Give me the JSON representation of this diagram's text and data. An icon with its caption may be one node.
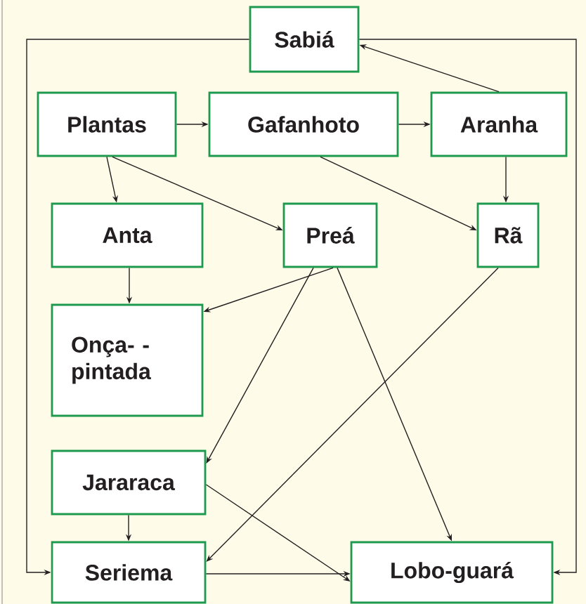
{
  "diagram": {
    "nodes": [
      {
        "text": [
          "Sabiá"
        ]
      },
      {
        "text": [
          "Plantas"
        ]
      },
      {
        "text": [
          "Gafanhoto"
        ]
      },
      {
        "text": [
          "Aranha"
        ]
      },
      {
        "text": [
          "Anta"
        ]
      },
      {
        "text": [
          "Preá"
        ]
      },
      {
        "text": [
          "Rã"
        ]
      },
      {
        "text": [
          "Onça- -pintada"
        ]
      },
      {
        "text": [
          "Jararaca"
        ]
      },
      {
        "text": [
          "Seriema"
        ]
      },
      {
        "text": [
          "Lobo-guará"
        ]
      }
    ],
    "edges": [
      {
        "from": 1,
        "to": 2,
        "arrow": "to"
      },
      {
        "from": 2,
        "to": 3,
        "arrow": "to"
      },
      {
        "from": 3,
        "to": 0,
        "arrow": "to"
      },
      {
        "from": 3,
        "to": 6,
        "arrow": "to"
      },
      {
        "from": 1,
        "to": 4,
        "arrow": "to"
      },
      {
        "from": 1,
        "to": 5,
        "arrow": "to"
      },
      {
        "from": 2,
        "to": 6,
        "arrow": "to"
      },
      {
        "from": 4,
        "to": 7,
        "arrow": "to"
      },
      {
        "from": 5,
        "to": 7,
        "arrow": "to"
      },
      {
        "from": 5,
        "to": 8,
        "arrow": "to"
      },
      {
        "from": 5,
        "to": 10,
        "arrow": "to"
      },
      {
        "from": 6,
        "to": 9,
        "arrow": "to"
      },
      {
        "from": 8,
        "to": 9,
        "arrow": "to"
      },
      {
        "from": 8,
        "to": 10,
        "arrow": "to"
      },
      {
        "from": 9,
        "to": 10,
        "arrow": "to"
      },
      {
        "from": 0,
        "to": 9,
        "arrow": "to"
      },
      {
        "from": 0,
        "to": 10,
        "arrow": "to"
      }
    ]
  }
}
